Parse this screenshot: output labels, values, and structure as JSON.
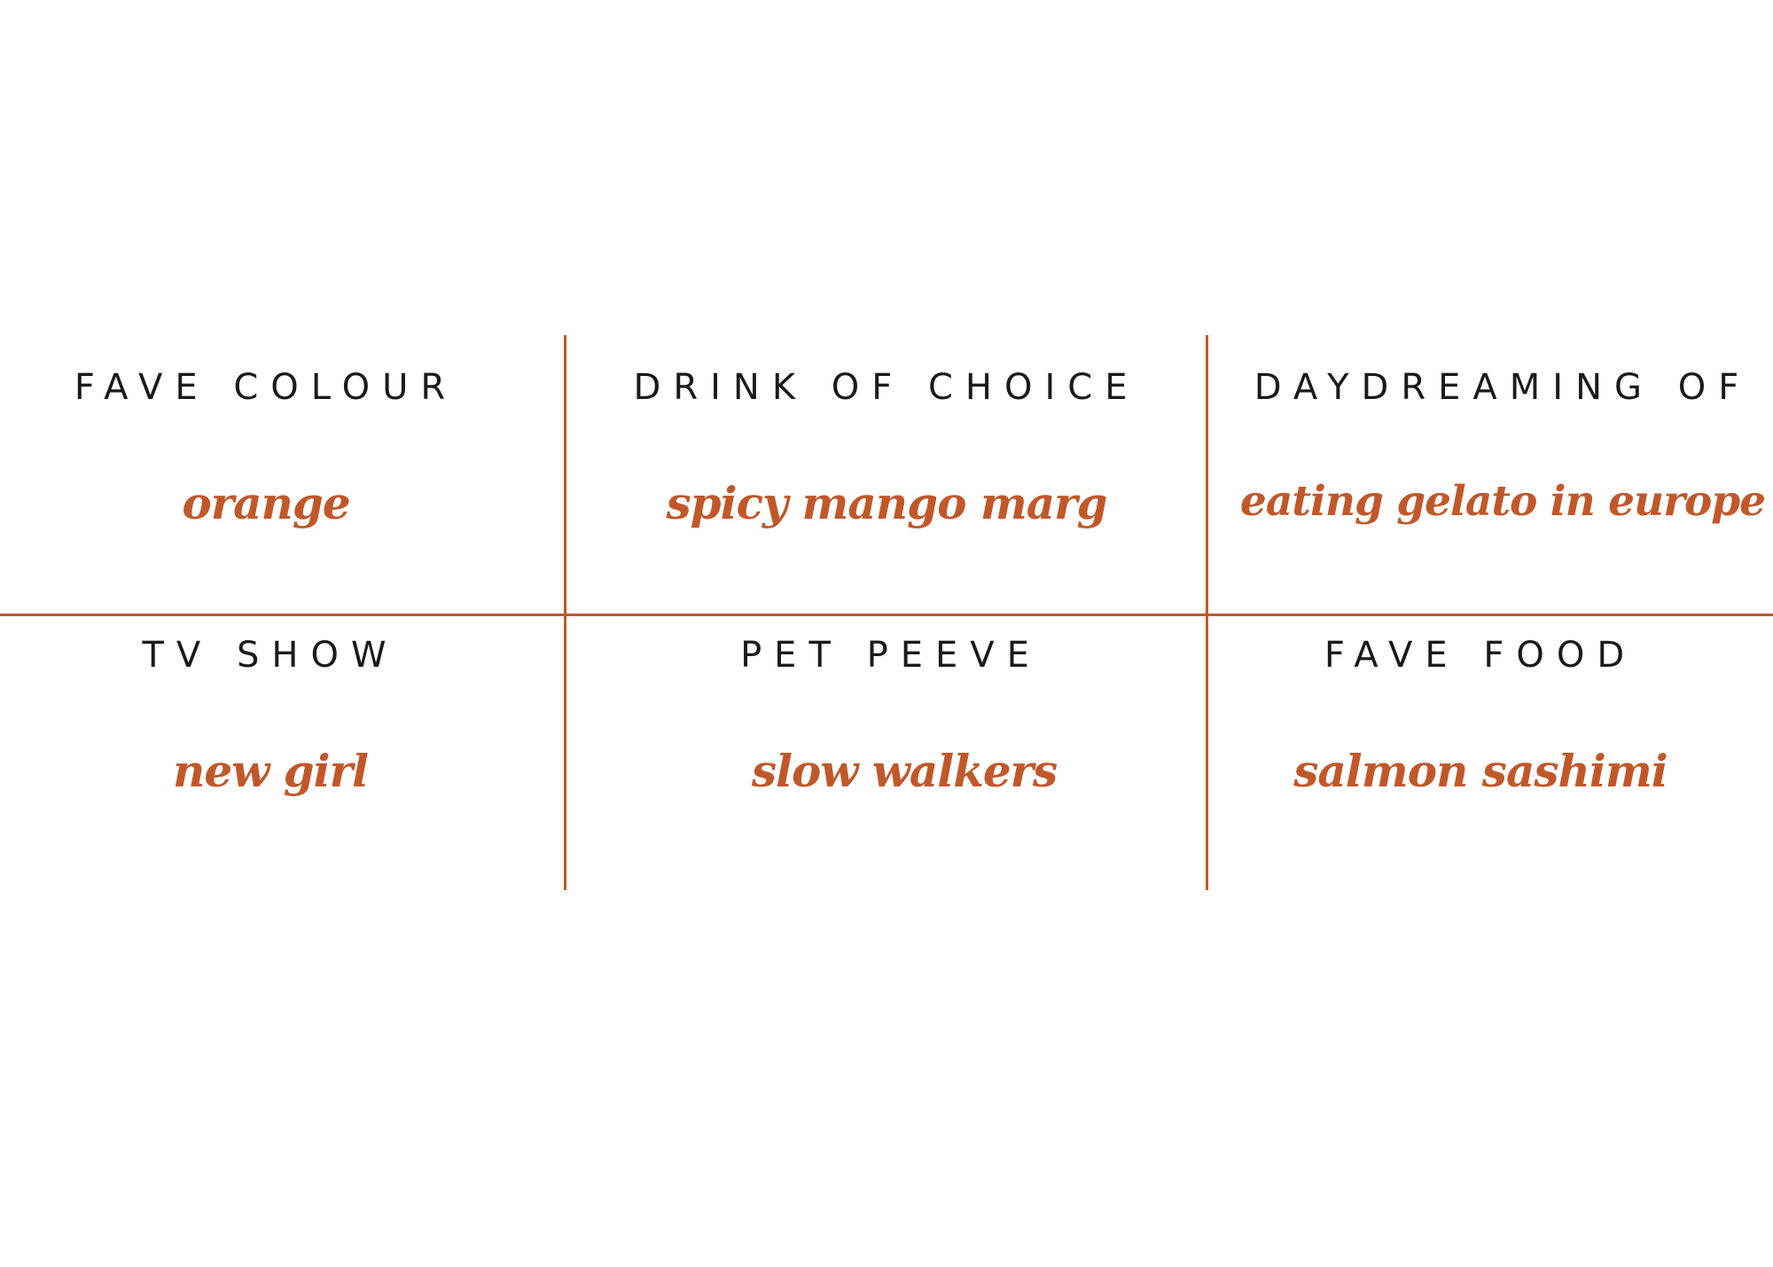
{
  "accent_color": "#c0582a",
  "text_color": "#1a1a1a",
  "cells": [
    {
      "label": "FAVE COLOUR",
      "value": "orange"
    },
    {
      "label": "DRINK OF CHOICE",
      "value": "spicy mango marg"
    },
    {
      "label": "DAYDREAMING OF",
      "value": "eating gelato in europe"
    },
    {
      "label": "TV SHOW",
      "value": "new girl"
    },
    {
      "label": "PET PEEVE",
      "value": "slow walkers"
    },
    {
      "label": "FAVE FOOD",
      "value": "salmon sashimi"
    }
  ]
}
